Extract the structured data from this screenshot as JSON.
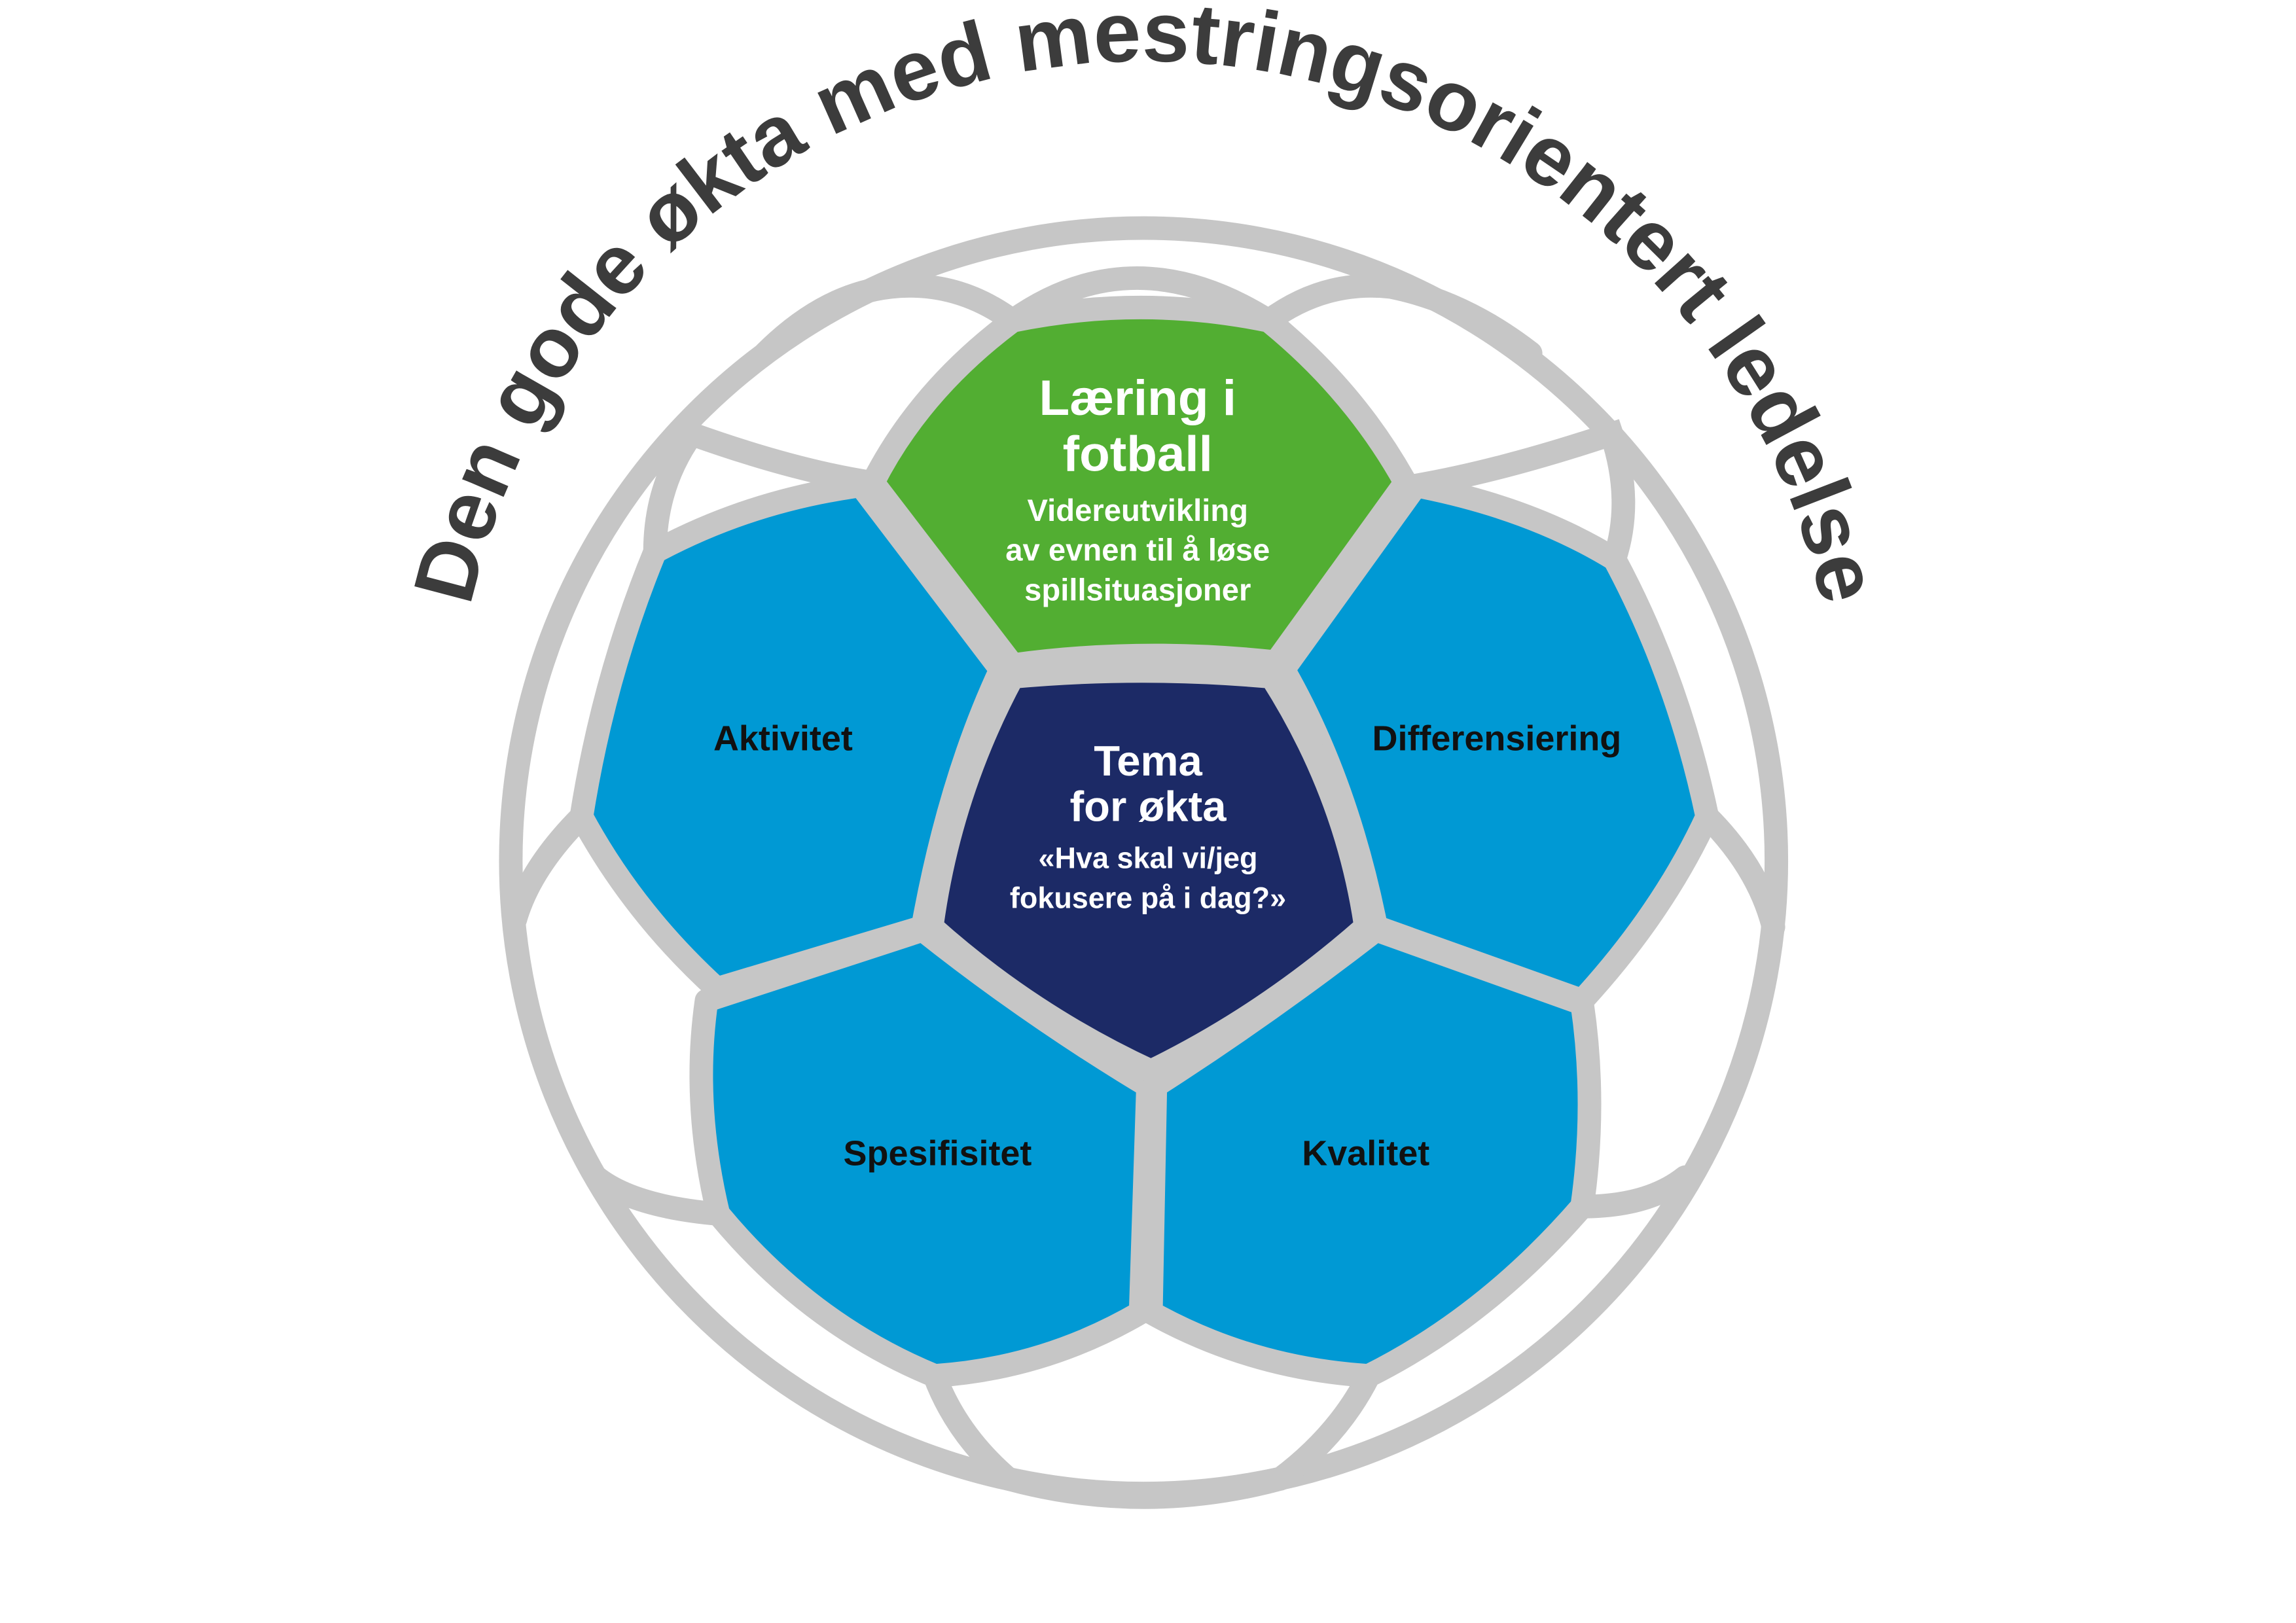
{
  "title": "Den gode økta med mestringsorientert ledelse",
  "colors": {
    "green": "#52ae32",
    "navy": "#1c2a66",
    "blue": "#0099d4",
    "outline": "#c6c6c6",
    "title": "#3c3c3c"
  },
  "top": {
    "title_line1": "Læring i",
    "title_line2": "fotball",
    "desc_line1": "Videreutvikling",
    "desc_line2": "av evnen til å løse",
    "desc_line3": "spillsituasjoner"
  },
  "center": {
    "title_line1": "Tema",
    "title_line2": "for økta",
    "desc_line1": "«Hva skal vi/jeg",
    "desc_line2": "fokusere på i dag?»"
  },
  "panels": {
    "left_upper": "Aktivitet",
    "right_upper": "Differensiering",
    "left_lower": "Spesifisitet",
    "right_lower": "Kvalitet"
  }
}
